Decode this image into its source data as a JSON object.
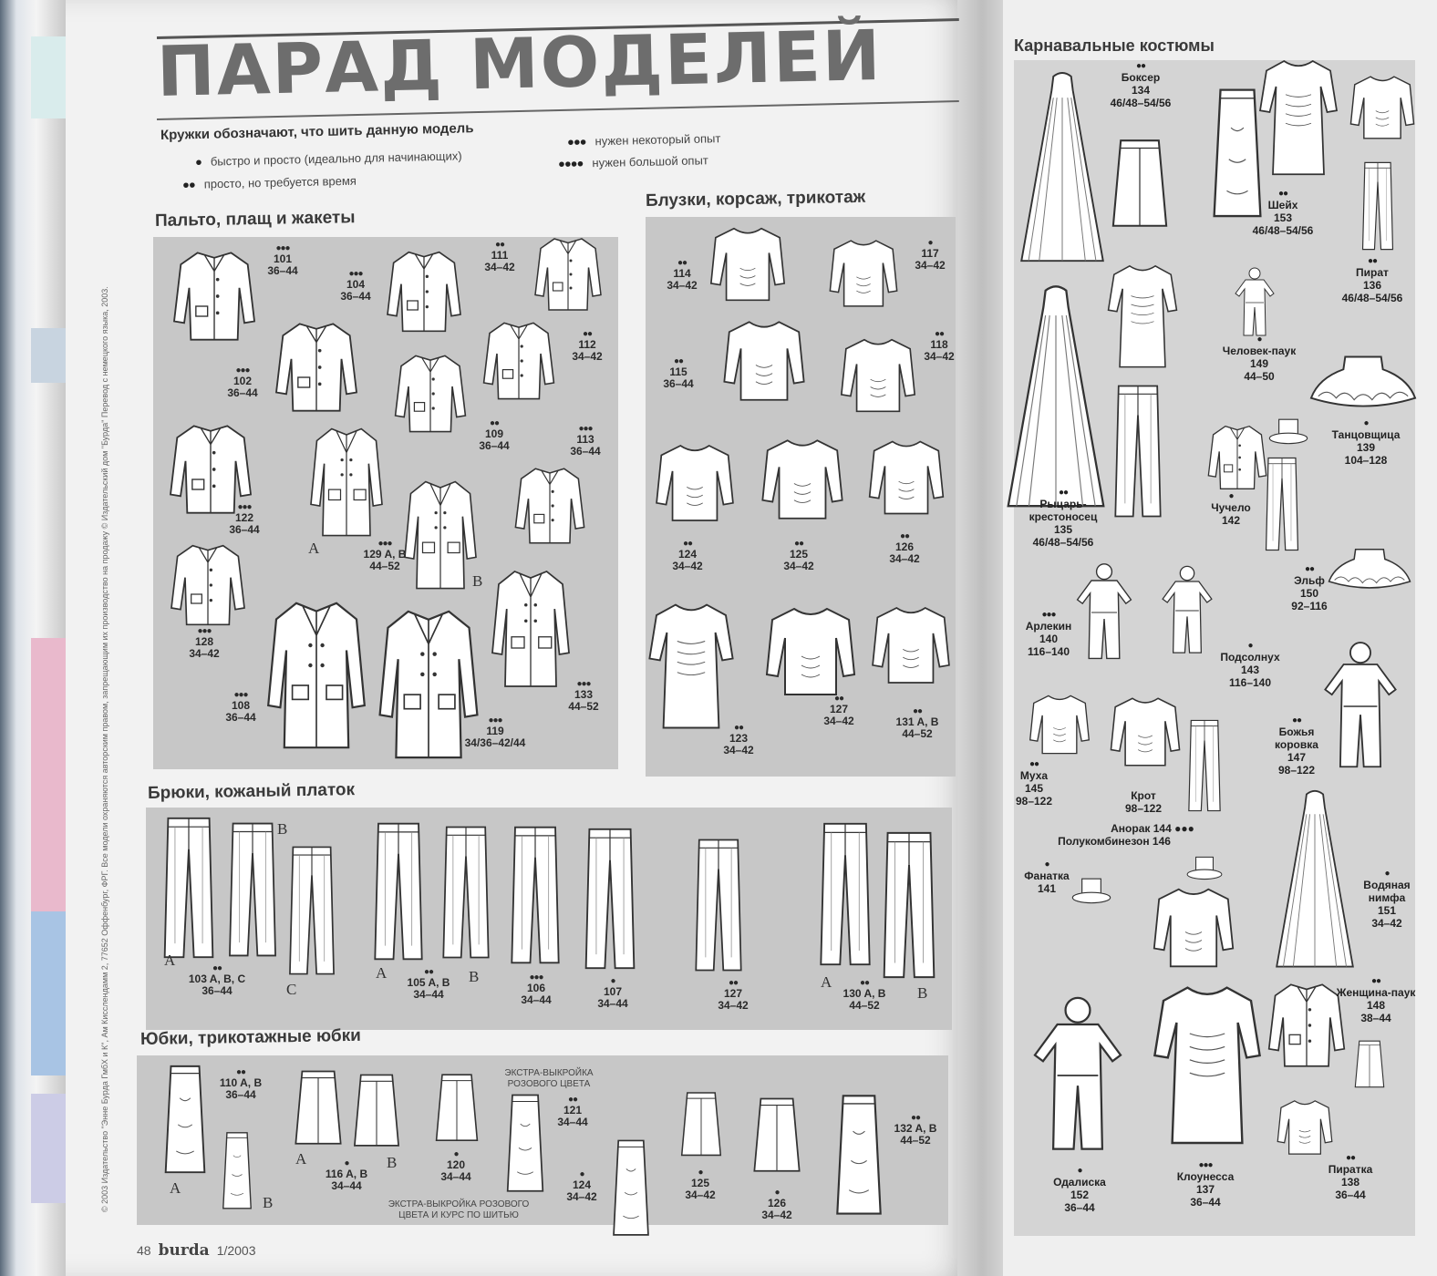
{
  "title": "ПАРАД МОДЕЛЕЙ",
  "legend": {
    "heading": "Кружки обозначают, что шить данную модель",
    "items": [
      {
        "dots": "●",
        "text": "быстро и просто (идеально для начинающих)"
      },
      {
        "dots": "●●",
        "text": "просто, но требуется время"
      },
      {
        "dots": "●●●",
        "text": "нужен некоторый опыт"
      },
      {
        "dots": "●●●●",
        "text": "нужен большой опыт"
      }
    ]
  },
  "sections": {
    "coats": "Пальто, плащ и жакеты",
    "blouses": "Блузки, корсаж, трикотаж",
    "pants": "Брюки, кожаный платок",
    "skirts": "Юбки, трикотажные юбки",
    "carnival": "Карнавальные костюмы"
  },
  "coats": [
    {
      "dots": "●●●",
      "num": "101",
      "size": "36–44"
    },
    {
      "dots": "●●●",
      "num": "104",
      "size": "36–44"
    },
    {
      "dots": "●●",
      "num": "111",
      "size": "34–42"
    },
    {
      "dots": "●●●",
      "num": "102",
      "size": "36–44"
    },
    {
      "dots": "●●",
      "num": "112",
      "size": "34–42"
    },
    {
      "dots": "●●",
      "num": "109",
      "size": "36–44"
    },
    {
      "dots": "●●●",
      "num": "113",
      "size": "36–44"
    },
    {
      "dots": "●●●",
      "num": "122",
      "size": "36–44"
    },
    {
      "dots": "●●●",
      "num": "129 A, B",
      "size": "44–52"
    },
    {
      "dots": "●●●",
      "num": "128",
      "size": "34–42"
    },
    {
      "dots": "●●●",
      "num": "108",
      "size": "36–44"
    },
    {
      "dots": "●●●",
      "num": "133",
      "size": "44–52"
    },
    {
      "dots": "●●●",
      "num": "119",
      "size": "34/36–42/44"
    }
  ],
  "blouses": [
    {
      "dots": "●●",
      "num": "114",
      "size": "34–42"
    },
    {
      "dots": "●",
      "num": "117",
      "size": "34–42"
    },
    {
      "dots": "●●",
      "num": "115",
      "size": "36–44"
    },
    {
      "dots": "●●",
      "num": "118",
      "size": "34–42"
    },
    {
      "dots": "●●",
      "num": "124",
      "size": "34–42"
    },
    {
      "dots": "●●",
      "num": "125",
      "size": "34–42"
    },
    {
      "dots": "●●",
      "num": "126",
      "size": "34–42"
    },
    {
      "dots": "●●",
      "num": "123",
      "size": "34–42"
    },
    {
      "dots": "●●",
      "num": "127",
      "size": "34–42"
    },
    {
      "dots": "●●",
      "num": "131 A, B",
      "size": "44–52"
    }
  ],
  "pants": [
    {
      "dots": "●●",
      "num": "103 A, B, C",
      "size": "36–44"
    },
    {
      "dots": "●●",
      "num": "105 A, B",
      "size": "34–44"
    },
    {
      "dots": "●●●",
      "num": "106",
      "size": "34–44"
    },
    {
      "dots": "●",
      "num": "107",
      "size": "34–44"
    },
    {
      "dots": "●●",
      "num": "127",
      "size": "34–42"
    },
    {
      "dots": "●●",
      "num": "130 A, B",
      "size": "44–52"
    }
  ],
  "skirts": [
    {
      "dots": "●●",
      "num": "110 A, B",
      "size": "36–44"
    },
    {
      "dots": "●",
      "num": "116 A, B",
      "size": "34–44"
    },
    {
      "dots": "●",
      "num": "120",
      "size": "34–44"
    },
    {
      "dots": "●●",
      "num": "121",
      "size": "34–44"
    },
    {
      "dots": "●",
      "num": "124",
      "size": "34–42"
    },
    {
      "dots": "●",
      "num": "125",
      "size": "34–42"
    },
    {
      "dots": "●",
      "num": "126",
      "size": "34–42"
    },
    {
      "dots": "●●",
      "num": "132 A, B",
      "size": "44–52"
    }
  ],
  "skirt_notes": {
    "extra_pink": "ЭКСТРА-ВЫКРОЙКА РОЗОВОГО ЦВЕТА",
    "extra_pink_course": "ЭКСТРА-ВЫКРОЙКА РОЗОВОГО ЦВЕТА И КУРС ПО ШИТЬЮ"
  },
  "letters": {
    "a": "A",
    "b": "B",
    "c": "C"
  },
  "carnival": [
    {
      "dots": "●●",
      "name": "Боксер",
      "num": "134",
      "size": "46/48–54/56"
    },
    {
      "dots": "●●",
      "name": "Шейх",
      "num": "153",
      "size": "46/48–54/56"
    },
    {
      "dots": "●●",
      "name": "Пират",
      "num": "136",
      "size": "46/48–54/56"
    },
    {
      "dots": "●",
      "name": "Человек-паук",
      "num": "149",
      "size": "44–50"
    },
    {
      "dots": "●",
      "name": "Танцовщица",
      "num": "139",
      "size": "104–128"
    },
    {
      "dots": "●●",
      "name": "Рыцарь-крестоносец",
      "num": "135",
      "size": "46/48–54/56"
    },
    {
      "dots": "●",
      "name": "Чучело",
      "num": "142",
      "size": ""
    },
    {
      "dots": "●●●",
      "name": "Арлекин",
      "num": "140",
      "size": "116–140"
    },
    {
      "dots": "●",
      "name": "Подсолнух",
      "num": "143",
      "size": "116–140"
    },
    {
      "dots": "●●",
      "name": "Эльф",
      "num": "150",
      "size": "92–116"
    },
    {
      "dots": "●●",
      "name": "Муха",
      "num": "145",
      "size": "98–122"
    },
    {
      "dots": "",
      "name": "Крот",
      "num": "",
      "size": "98–122"
    },
    {
      "dots": "●●",
      "name": "Божья коровка",
      "num": "147",
      "size": "98–122"
    },
    {
      "dots": "●●●",
      "name": "Анорак 144",
      "num": "",
      "size": ""
    },
    {
      "dots": "",
      "name": "Полукомбинезон 146",
      "num": "",
      "size": ""
    },
    {
      "dots": "●",
      "name": "Фанатка",
      "num": "141",
      "size": ""
    },
    {
      "dots": "●",
      "name": "Водяная нимфа",
      "num": "151",
      "size": "34–42"
    },
    {
      "dots": "●●",
      "name": "Женщина-паук",
      "num": "148",
      "size": "38–44"
    },
    {
      "dots": "●",
      "name": "Одалиска",
      "num": "152",
      "size": "36–44"
    },
    {
      "dots": "●●●",
      "name": "Клоунесса",
      "num": "137",
      "size": "36–44"
    },
    {
      "dots": "●●",
      "name": "Пиратка",
      "num": "138",
      "size": "36–44"
    }
  ],
  "footer": {
    "page": "48",
    "brand": "burda",
    "issue": "1/2003"
  },
  "side_note": "© 2003 Издательство \"Энне Бурда ГмбХ и К\", Ам Кисслендамм 2, 77652 Оффенбург, ФРГ. Все модели охраняются авторским правом, запрещающим их производство на продажу © Издательский дом \"Бурда\" Перевод с немецкого языка, 2003."
}
